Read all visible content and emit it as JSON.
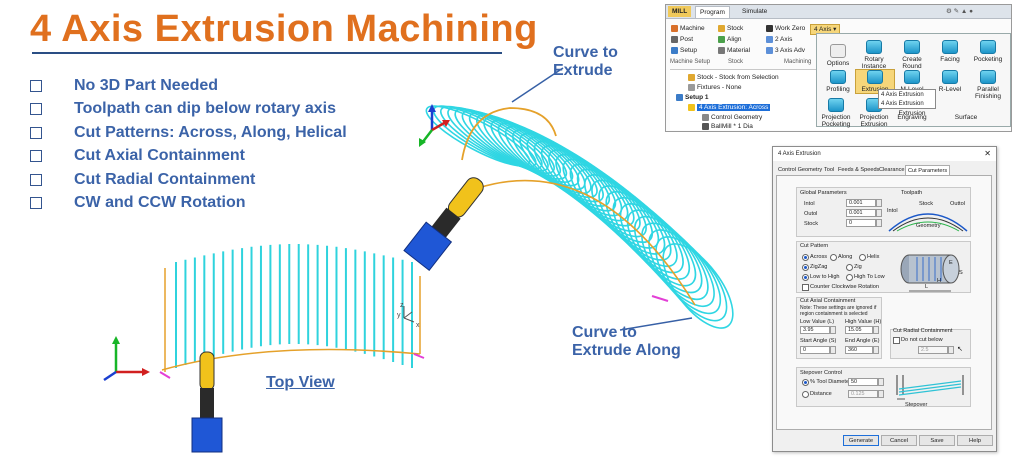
{
  "title": "4 Axis Extrusion Machining",
  "bullets": [
    "No 3D Part Needed",
    "Toolpath can dip below rotary axis",
    "Cut Patterns: Across, Along, Helical",
    "Cut Axial Containment",
    "Cut Radial Containment",
    "CW and CCW Rotation"
  ],
  "annotations": {
    "curve_extrude": [
      "Curve to",
      "Extrude"
    ],
    "curve_along": [
      "Curve to",
      "Extrude Along"
    ],
    "top_view": "Top View"
  },
  "axis_labels": {
    "z": "z",
    "y": "y",
    "x": "x"
  },
  "ribbon": {
    "tabs": {
      "mill": "MILL",
      "program": "Program",
      "simulate": "Simulate"
    },
    "col1": [
      "Machine",
      "Post",
      "Setup"
    ],
    "col2": [
      "Stock",
      "Align",
      "Material"
    ],
    "col3": [
      "Work Zero",
      "2 Axis",
      "3 Axis Adv"
    ],
    "four_axis": "4 Axis",
    "groups": {
      "setup": "Machine Setup",
      "stock": "Stock",
      "machining": "Machining"
    },
    "tree": {
      "stock": "Stock - Stock from Selection",
      "fixtures": "Fixtures - None",
      "setup": "Setup 1",
      "op": "4 Axis Extrusion: Across",
      "geom": "Control Geometry",
      "tool": "BallMill * 1 Dia"
    },
    "popup": {
      "options": "Options",
      "rotary": "Rotary Instance",
      "rough": "Create Round",
      "facing": "Facing",
      "pocketing": "Pocketing",
      "profiling": "Profiling",
      "extrusion": "Extrusion",
      "mlevel": "M-Level",
      "rlevel": "R-Level",
      "parallel": "Parallel Finishing",
      "proj_pocket": "Projection Pocketing",
      "proj_extr": "Projection Extrusion",
      "engraving": "Engraving",
      "surface": "Surface",
      "extrusion2": "Extrusion",
      "tooltip": [
        "4 Axis Extrusion",
        "4 Axis Extrusion"
      ]
    }
  },
  "dialog": {
    "title": "4 Axis Extrusion",
    "close": "✕",
    "tabs": [
      "Control Geometry",
      "Tool",
      "Feeds & Speeds",
      "Clearance",
      "Cut Parameters"
    ],
    "global": {
      "label": "Global Parameters",
      "intol_label": "Intol",
      "intol": "0.001",
      "outtol_label": "Outol",
      "outtol": "0.001",
      "stock_label": "Stock",
      "stock": "0",
      "toolpath": "Toolpath",
      "d_intol": "Intol",
      "d_stock": "Stock",
      "d_outol": "Outtol",
      "d_geometry": "Geometry"
    },
    "pattern": {
      "label": "Cut Pattern",
      "across": "Across",
      "along": "Along",
      "helix": "Helix",
      "zigzag": "ZigZag",
      "zig": "Zig",
      "lowhigh": "Low to High",
      "highlow": "High To Low",
      "ccw": "Counter Clockwise Rotation",
      "d_l": "L",
      "d_h": "H",
      "d_e": "E",
      "d_s": "S"
    },
    "axial": {
      "label": "Cut Axial Containment",
      "note": [
        "Note:  These settings are ignored if",
        "region containment is selected"
      ],
      "low_label": "Low Value (L)",
      "low": "3.95",
      "high_label": "High Value (H)",
      "high": "15.05",
      "start_label": "Start Angle (S)",
      "start": "0",
      "end_label": "End Angle (E)",
      "end": "360"
    },
    "radial": {
      "label": "Cut Radial Containment",
      "donot": "Do not cut below",
      "value": "2.5"
    },
    "stepover": {
      "label": "Stepover Control",
      "pct": "% Tool Diameter",
      "pct_val": "50",
      "dist": "Distance",
      "dist_val": "0.125",
      "diagram": "Stepover"
    },
    "buttons": [
      "Generate",
      "Cancel",
      "Save",
      "Help"
    ]
  }
}
